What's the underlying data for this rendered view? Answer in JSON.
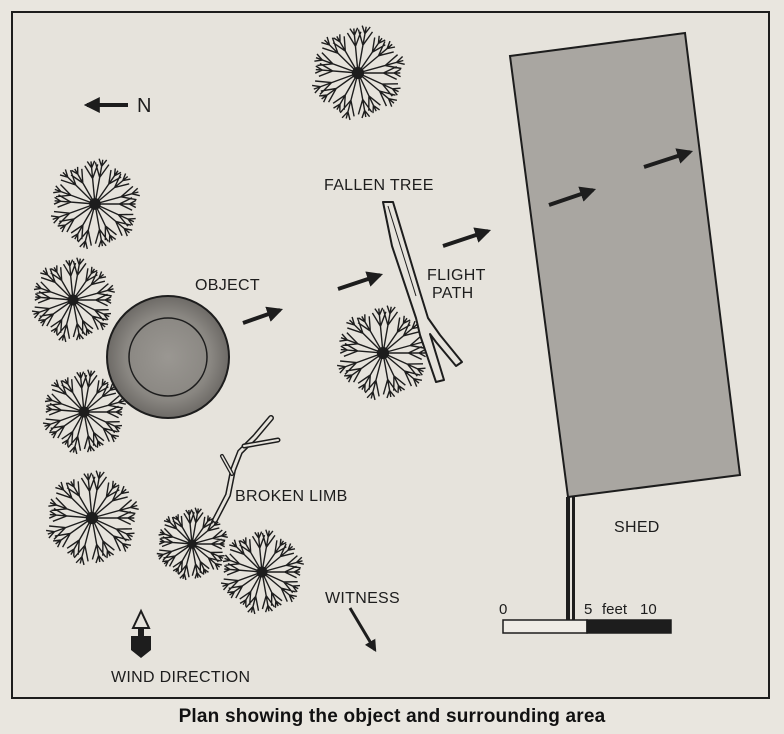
{
  "labels": {
    "north": "N",
    "fallen_tree": "FALLEN TREE",
    "flight": "FLIGHT",
    "path": "PATH",
    "object": "OBJECT",
    "broken_limb": "BROKEN LIMB",
    "shed": "SHED",
    "witness": "WITNESS",
    "wind_direction": "WIND DIRECTION"
  },
  "scale_bar": {
    "tick_labels": [
      "0",
      "5",
      "feet",
      "10"
    ]
  },
  "caption": "Plan showing the object and surrounding area",
  "colors": {
    "background": "#e6e3dc",
    "ink": "#1d1d1d",
    "shed_fill": "#a9a6a1",
    "object_fill": "#8f8c87"
  }
}
